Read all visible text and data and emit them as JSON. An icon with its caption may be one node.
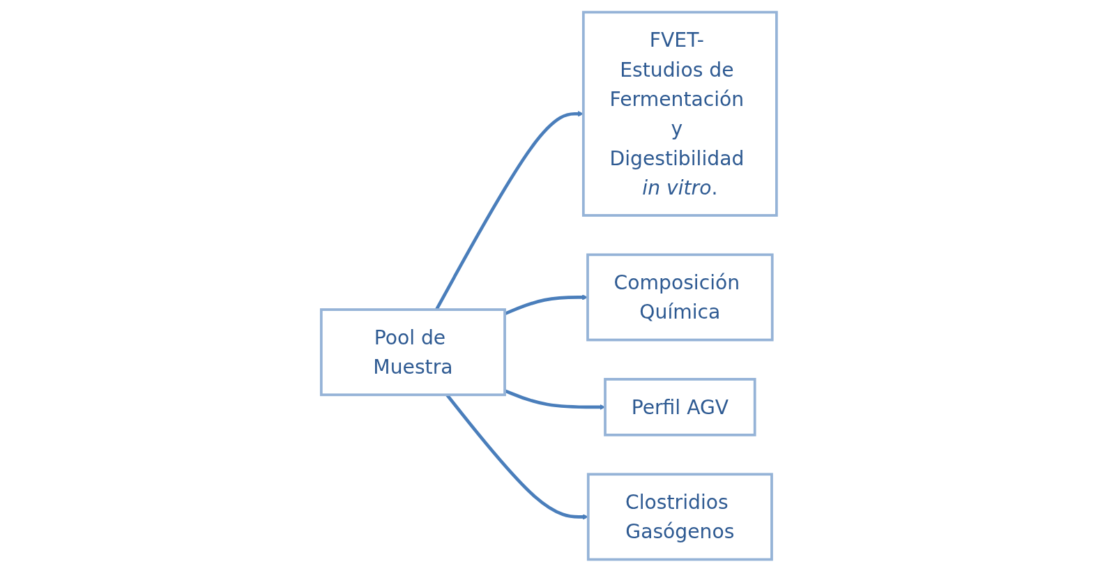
{
  "diagram": {
    "nodes": [
      {
        "text": [
          "FVET- Estudios de Fermentación y Digestibilidad *in vitro*."
        ]
      },
      {
        "text": [
          "Composición Química"
        ]
      },
      {
        "text": [
          "Pool de Muestra"
        ]
      },
      {
        "text": [
          "Perfil AGV"
        ]
      },
      {
        "text": [
          "Clostridios Gasógenos"
        ]
      }
    ],
    "edges": [
      {
        "from": 2,
        "to": 0,
        "arrow": "to"
      },
      {
        "from": 2,
        "to": 1,
        "arrow": "to"
      },
      {
        "from": 2,
        "to": 3,
        "arrow": "to"
      },
      {
        "from": 2,
        "to": 4,
        "arrow": "to"
      }
    ]
  }
}
